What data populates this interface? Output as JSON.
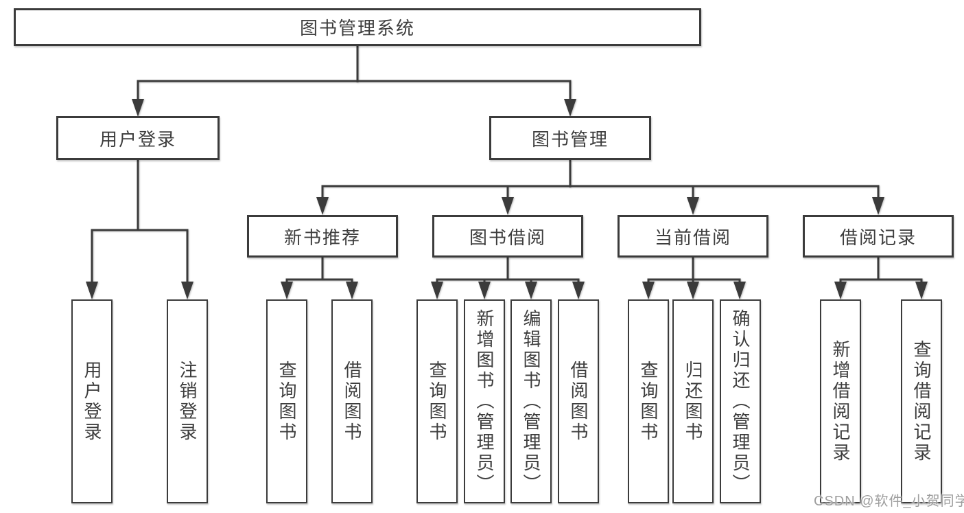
{
  "diagram": {
    "nodes": {
      "root": {
        "label": "图书管理系统"
      },
      "user_login": {
        "label": "用户登录"
      },
      "book_mgmt": {
        "label": "图书管理"
      },
      "new_book_rec": {
        "label": "新书推荐"
      },
      "book_borrow": {
        "label": "图书借阅"
      },
      "current_borrow": {
        "label": "当前借阅"
      },
      "borrow_records": {
        "label": "借阅记录"
      },
      "leaf_user_login": {
        "label": "用户登录"
      },
      "leaf_logout": {
        "label": "注销登录"
      },
      "leaf_nb_query": {
        "label": "查询图书"
      },
      "leaf_nb_borrow": {
        "label": "借阅图书"
      },
      "leaf_bb_query": {
        "label": "查询图书"
      },
      "leaf_bb_add": {
        "label": "新增图书（管理员）"
      },
      "leaf_bb_edit": {
        "label": "编辑图书（管理员）"
      },
      "leaf_bb_borrow": {
        "label": "借阅图书"
      },
      "leaf_cb_query": {
        "label": "查询图书"
      },
      "leaf_cb_return": {
        "label": "归还图书"
      },
      "leaf_cb_confirm": {
        "label": "确认归还（管理员）"
      },
      "leaf_br_add": {
        "label": "新增借阅记录"
      },
      "leaf_br_query": {
        "label": "查询借阅记录"
      }
    }
  },
  "watermark": {
    "text": "CSDN @软件_小贺同学"
  },
  "colors": {
    "line": "#3b3b3b",
    "text": "#3d3d3d",
    "watermark": "#9e9e9e",
    "background": "#ffffff"
  }
}
